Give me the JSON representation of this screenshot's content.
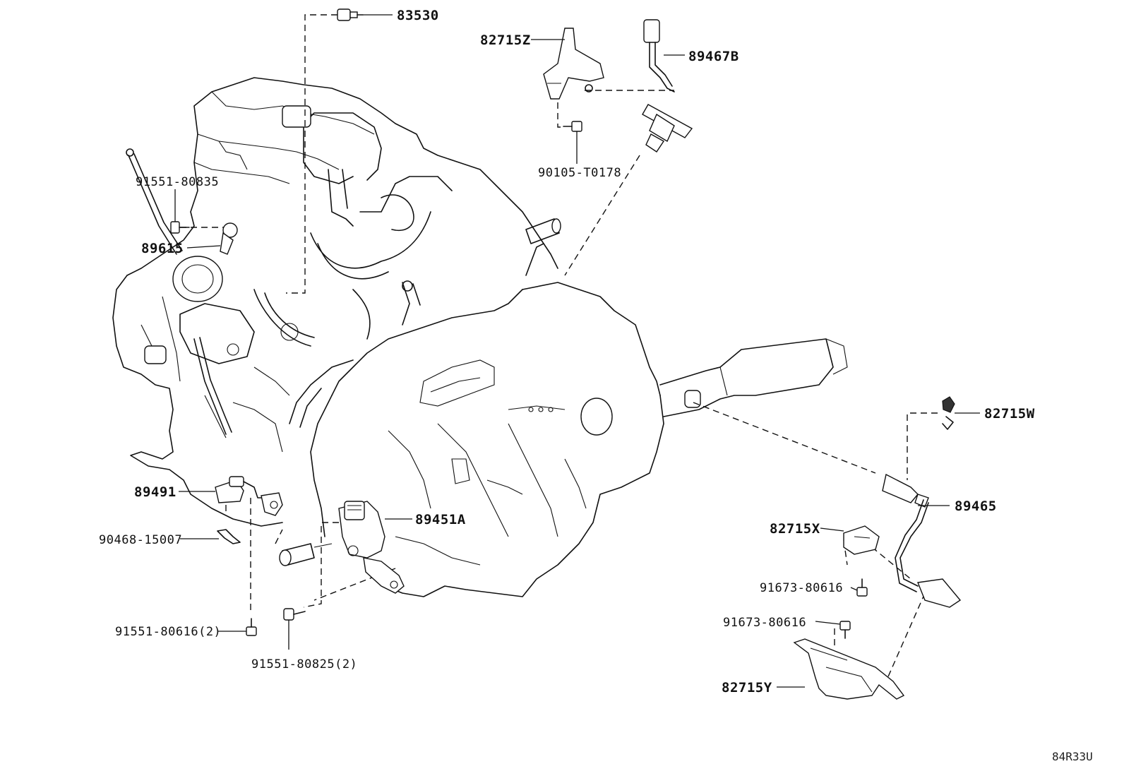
{
  "diagram_code": "84R33U",
  "parts": [
    {
      "id": "83530",
      "label": "83530"
    },
    {
      "id": "82715Z",
      "label": "82715Z"
    },
    {
      "id": "89467B",
      "label": "89467B"
    },
    {
      "id": "90105-T0178",
      "label": "90105-T0178"
    },
    {
      "id": "91551-80835",
      "label": "91551-80835"
    },
    {
      "id": "89615",
      "label": "89615"
    },
    {
      "id": "82715W",
      "label": "82715W"
    },
    {
      "id": "89491",
      "label": "89491"
    },
    {
      "id": "89451A",
      "label": "89451A"
    },
    {
      "id": "89465",
      "label": "89465"
    },
    {
      "id": "90468-15007",
      "label": "90468-15007"
    },
    {
      "id": "82715X",
      "label": "82715X"
    },
    {
      "id": "91673-80616-a",
      "label": "91673-80616"
    },
    {
      "id": "91673-80616-b",
      "label": "91673-80616"
    },
    {
      "id": "91551-80616",
      "label": "91551-80616(2)"
    },
    {
      "id": "91551-80825",
      "label": "91551-80825(2)"
    },
    {
      "id": "82715Y",
      "label": "82715Y"
    }
  ]
}
